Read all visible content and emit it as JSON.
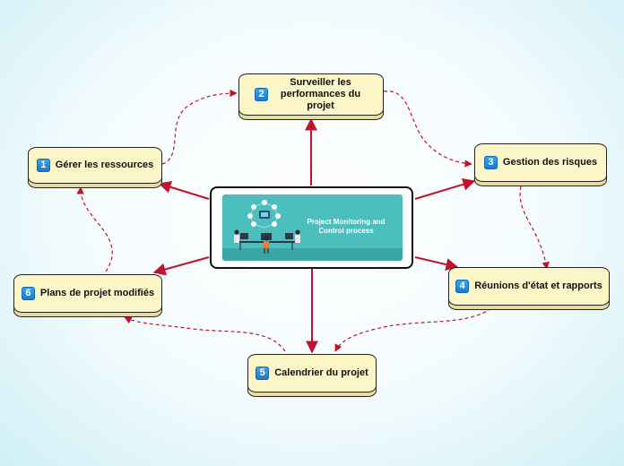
{
  "center": {
    "image_title": "Project Monitoring and Control process",
    "colors": {
      "banner": "#4bbebd",
      "banner_floor": "#3aa7a6"
    }
  },
  "nodes": [
    {
      "number": "1",
      "label": "Gérer les ressources"
    },
    {
      "number": "2",
      "label": "Surveiller les performances du projet"
    },
    {
      "number": "3",
      "label": "Gestion des risques"
    },
    {
      "number": "4",
      "label": "Réunions d'état et rapports"
    },
    {
      "number": "5",
      "label": "Calendrier du projet"
    },
    {
      "number": "6",
      "label": "Plans de projet modifiés"
    }
  ],
  "colors": {
    "connector": "#c0142e",
    "node_fill": "#fcf5c8",
    "badge": "#2a90dc"
  }
}
